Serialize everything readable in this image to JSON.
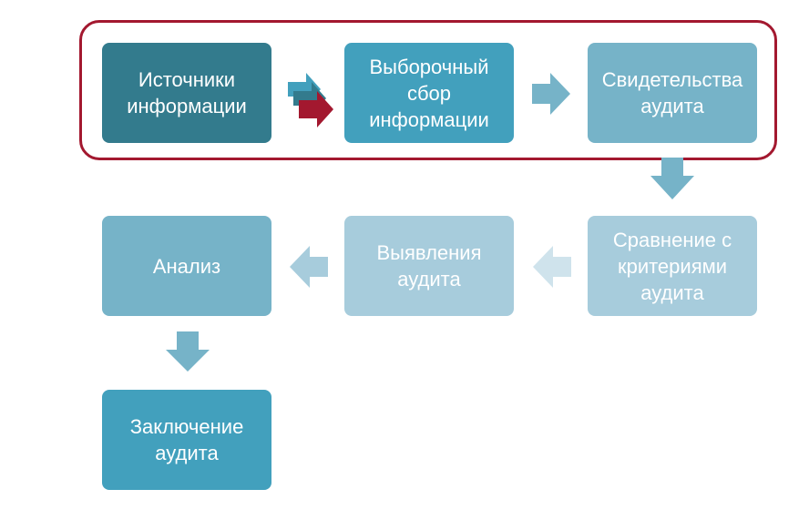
{
  "diagram": {
    "nodes": [
      {
        "id": "sources",
        "label": "Источники\nинформации",
        "color": "#337b8d"
      },
      {
        "id": "sampling",
        "label": "Выборочный\nсбор\nинформации",
        "color": "#42a0bd"
      },
      {
        "id": "evidence",
        "label": "Свидетельства\nаудита",
        "color": "#76b3c8"
      },
      {
        "id": "comparison",
        "label": "Сравнение с\nкритериями\nаудита",
        "color": "#a7ccdc"
      },
      {
        "id": "findings",
        "label": "Выявления\nаудита",
        "color": "#a7ccdc"
      },
      {
        "id": "analysis",
        "label": "Анализ",
        "color": "#76b3c8"
      },
      {
        "id": "conclusion",
        "label": "Заключение\nаудита",
        "color": "#42a0bd"
      }
    ],
    "edges": [
      {
        "from": "sources",
        "to": "sampling"
      },
      {
        "from": "sampling",
        "to": "evidence"
      },
      {
        "from": "evidence",
        "to": "comparison"
      },
      {
        "from": "comparison",
        "to": "findings"
      },
      {
        "from": "findings",
        "to": "analysis"
      },
      {
        "from": "analysis",
        "to": "conclusion"
      }
    ],
    "highlight_group": [
      "sources",
      "sampling",
      "evidence"
    ],
    "highlight_color": "#a3182f",
    "arrow_colors": {
      "dark": "#337b8d",
      "medium": "#42a0bd",
      "light": "#76b3c8",
      "pale": "#a7ccdc",
      "accent": "#a3182f"
    }
  }
}
